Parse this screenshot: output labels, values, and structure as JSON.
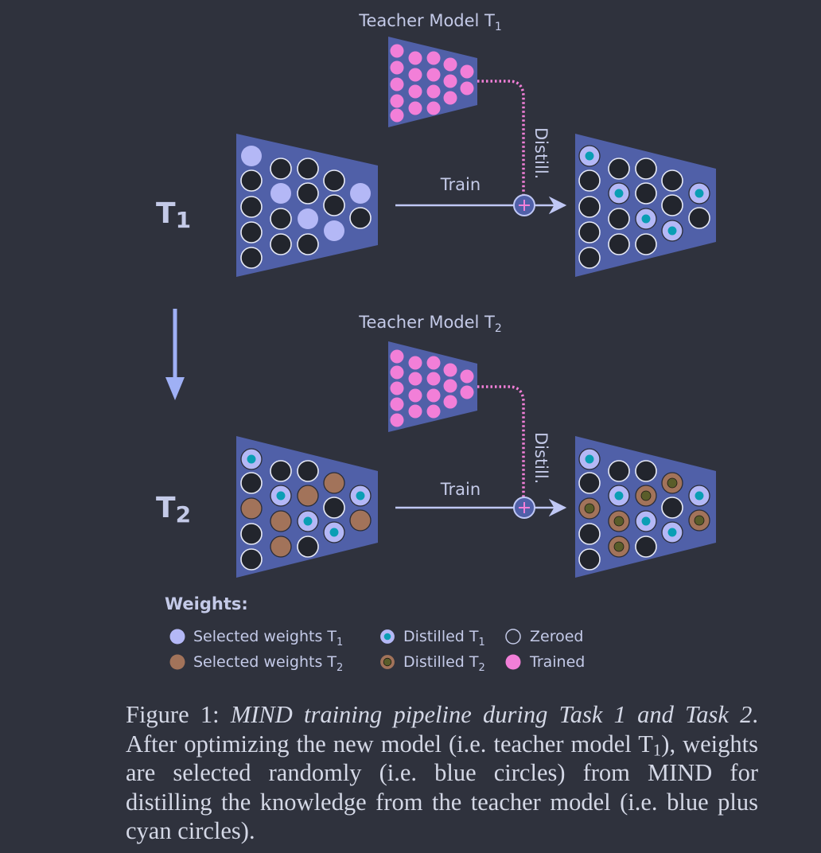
{
  "teachers": [
    {
      "label": "Teacher Model T",
      "sub": "1"
    },
    {
      "label": "Teacher Model T",
      "sub": "2"
    }
  ],
  "tasks": [
    {
      "label": "T",
      "sub": "1"
    },
    {
      "label": "T",
      "sub": "2"
    }
  ],
  "train_label": "Train",
  "distill_label": "Distill.",
  "legend": {
    "title": "Weights:",
    "items": [
      {
        "label": "Selected weights T",
        "sub": "1"
      },
      {
        "label": "Selected weights T",
        "sub": "2"
      },
      {
        "label": "Distilled T",
        "sub": "1"
      },
      {
        "label": "Distilled T",
        "sub": "2"
      },
      {
        "label": "Zeroed",
        "sub": ""
      },
      {
        "label": "Trained",
        "sub": ""
      }
    ]
  },
  "caption": {
    "prefix": "Figure 1: ",
    "italic": "MIND training pipeline during Task 1 and Task 2",
    "p1": ". After optimizing the new model (i.e. teacher model T",
    "sub": "1",
    "p2": "), weights are selected randomly (i.e. blue circles) from MIND for distilling the knowledge from the teacher model (i.e. blue plus cyan circles)."
  },
  "colors": {
    "background": "#2f323d",
    "network": "#5060a8",
    "selected_t1": "#b4b8f6",
    "selected_t2": "#a2735a",
    "distilled_core": "#0a9eb4",
    "zeroed": "#22252d",
    "trained": "#f27fd8",
    "arrow": "#c0c8f5",
    "distill_line": "#f27fd8"
  }
}
